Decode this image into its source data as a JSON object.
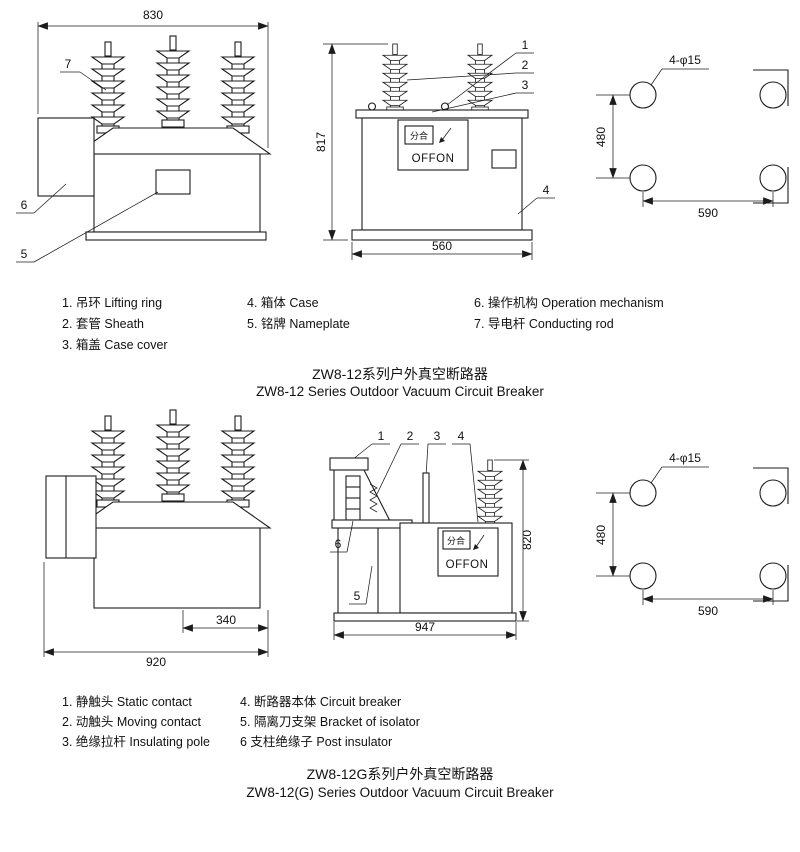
{
  "figures": {
    "zw8_12": {
      "front": {
        "dim_top": "830",
        "c5": "5",
        "c6": "6",
        "c7": "7"
      },
      "side": {
        "dim_height": "817",
        "dim_bottom": "560",
        "c1": "1",
        "c2": "2",
        "c3": "3",
        "c4": "4",
        "switch_label": "分合",
        "panel_label": "OFFON"
      },
      "mount": {
        "holes_label": "4-φ15",
        "dim_v": "480",
        "dim_h": "590"
      },
      "legend": [
        "1. 吊环 Lifting ring",
        "2. 套管 Sheath",
        "3. 箱盖 Case cover",
        "4. 箱体 Case",
        "5. 铭牌 Nameplate",
        "6. 操作机构 Operation mechanism",
        "7. 导电杆 Conducting rod"
      ],
      "title_cn": "ZW8-12系列户外真空断路器",
      "title_en": "ZW8-12 Series Outdoor Vacuum Circuit Breaker"
    },
    "zw8_12g": {
      "front": {
        "dim_inner": "340",
        "dim_total": "920"
      },
      "side": {
        "dim_height": "820",
        "dim_bottom": "947",
        "c1": "1",
        "c2": "2",
        "c3": "3",
        "c4": "4",
        "c5": "5",
        "c6": "6",
        "switch_label": "分合",
        "panel_label": "OFFON"
      },
      "mount": {
        "holes_label": "4-φ15",
        "dim_v": "480",
        "dim_h": "590"
      },
      "legend": [
        "1. 静触头 Static contact",
        "2. 动触头 Moving contact",
        "3. 绝缘拉杆 Insulating pole",
        "4. 断路器本体 Circuit breaker",
        "5. 隔离刀支架 Bracket of isolator",
        "6 支柱绝缘子 Post insulator"
      ],
      "title_cn": "ZW8-12G系列户外真空断路器",
      "title_en": "ZW8-12(G) Series Outdoor Vacuum Circuit Breaker"
    }
  }
}
